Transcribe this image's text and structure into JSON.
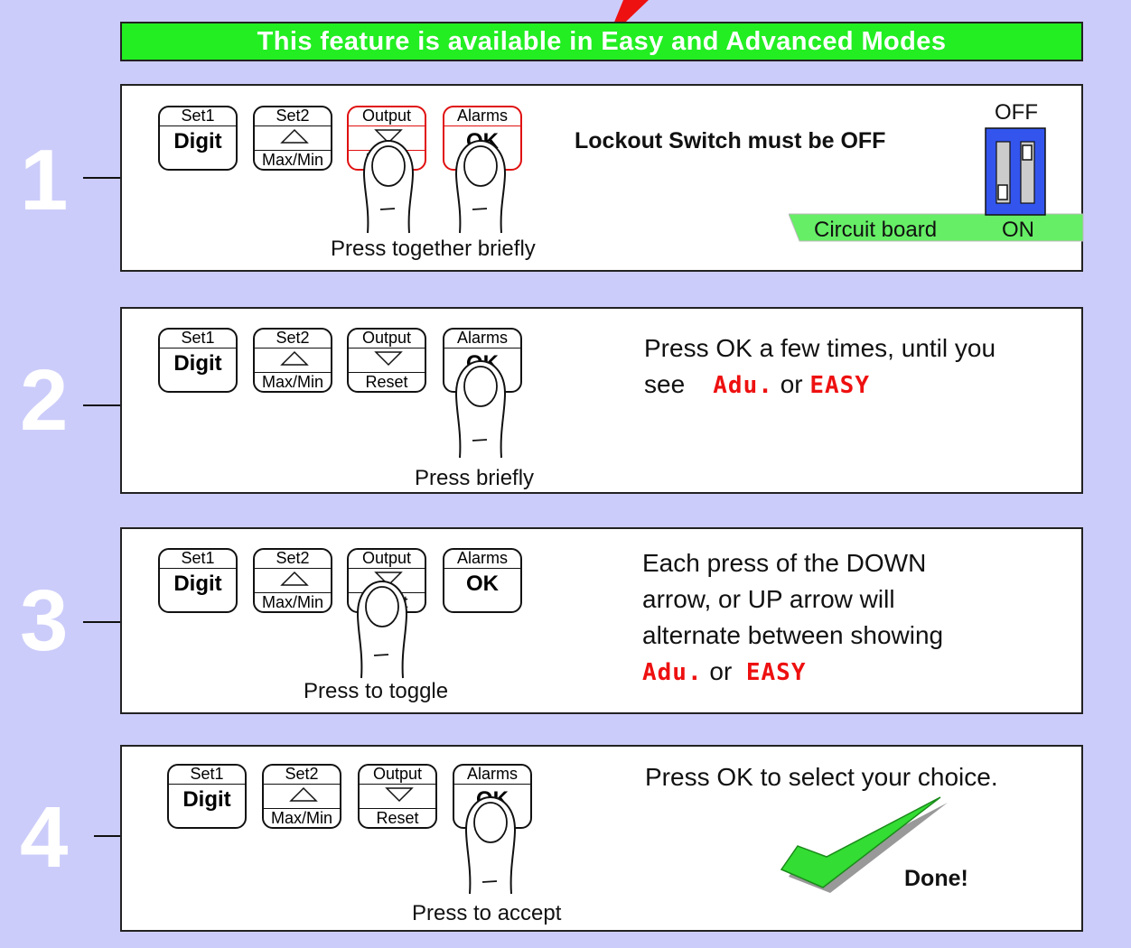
{
  "banner": {
    "text": "This feature is available in Easy and Advanced Modes"
  },
  "keys": {
    "set1": {
      "top": "Set1",
      "main": "Digit"
    },
    "set2": {
      "top": "Set2",
      "bottom": "Max/Min"
    },
    "output": {
      "top": "Output",
      "bottom": "Reset"
    },
    "alarms": {
      "top": "Alarms",
      "main": "OK"
    }
  },
  "steps": [
    {
      "number": "1",
      "caption": "Press together briefly",
      "lockout": "Lockout Switch must be OFF",
      "switch": {
        "off_label": "OFF",
        "on_label": "ON",
        "board_label": "Circuit board"
      }
    },
    {
      "number": "2",
      "caption": "Press briefly",
      "instruction_line1": "Press OK a few times, until you",
      "instruction_see": "see",
      "or": "or"
    },
    {
      "number": "3",
      "caption": "Press to toggle",
      "instruction_line1": "Each press of the DOWN",
      "instruction_line2": "arrow, or UP arrow will",
      "instruction_line3": "alternate between showing",
      "or": "or"
    },
    {
      "number": "4",
      "caption": "Press to accept",
      "instruction_line1": "Press OK to select your choice.",
      "done": "Done!"
    }
  ],
  "display": {
    "adv": "Adu.",
    "easy": "EASY"
  },
  "colors": {
    "background": "#ccccfa",
    "banner": "#22ee22",
    "highlight": "#e01010",
    "display": "#ee1010",
    "switch_body": "#3355ee",
    "board": "#66ee66",
    "checkmark": "#33dd33"
  }
}
